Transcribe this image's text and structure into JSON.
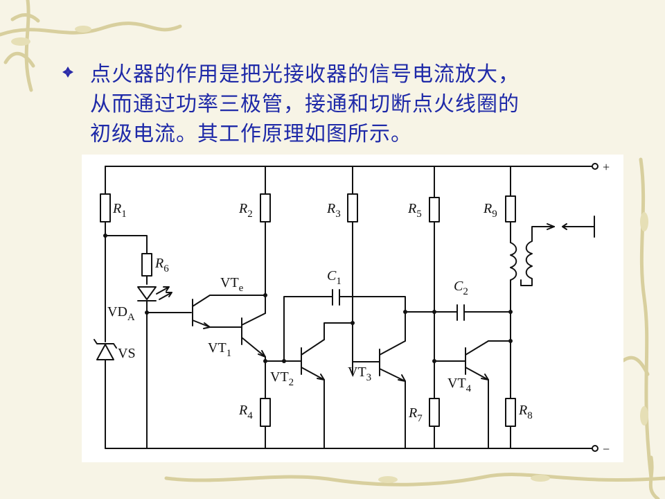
{
  "slide": {
    "lines": [
      "点火器的作用是把光接收器的信号电流放大，",
      "从而通过功率三极管，接通和切断点火线圈的",
      "初级电流。其工作原理如图所示。"
    ],
    "text_color": "#1f2aa8",
    "bullet_color": "#2a2aa8"
  },
  "diagram": {
    "terminals": {
      "plus": "+",
      "minus": "−"
    },
    "resistors": {
      "R1": {
        "letter": "R",
        "sub": "1"
      },
      "R2": {
        "letter": "R",
        "sub": "2"
      },
      "R3": {
        "letter": "R",
        "sub": "3"
      },
      "R4": {
        "letter": "R",
        "sub": "4"
      },
      "R5": {
        "letter": "R",
        "sub": "5"
      },
      "R6": {
        "letter": "R",
        "sub": "6"
      },
      "R7": {
        "letter": "R",
        "sub": "7"
      },
      "R8": {
        "letter": "R",
        "sub": "8"
      },
      "R9": {
        "letter": "R",
        "sub": "9"
      }
    },
    "capacitors": {
      "C1": {
        "letter": "C",
        "sub": "1"
      },
      "C2": {
        "letter": "C",
        "sub": "2"
      }
    },
    "transistors": {
      "VTe": {
        "letter": "VT",
        "sub": "e"
      },
      "VT1": {
        "letter": "VT",
        "sub": "1"
      },
      "VT2": {
        "letter": "VT",
        "sub": "2"
      },
      "VT3": {
        "letter": "VT",
        "sub": "3"
      },
      "VT4": {
        "letter": "VT",
        "sub": "4"
      }
    },
    "diodes": {
      "VDA": {
        "letter": "VD",
        "sub": "A"
      },
      "VS": {
        "letter": "VS",
        "sub": ""
      }
    }
  }
}
